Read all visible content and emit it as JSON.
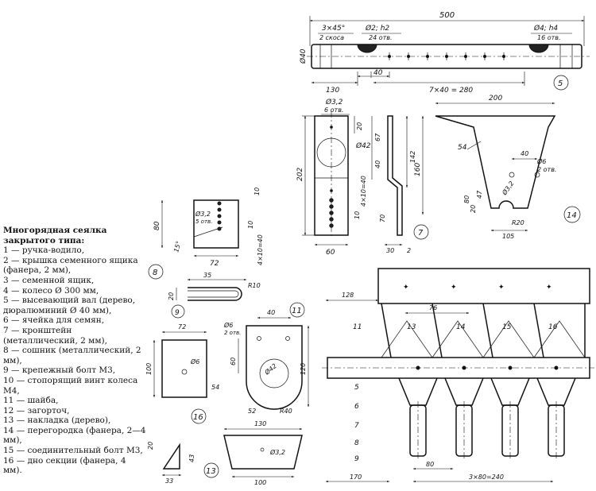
{
  "legend": {
    "title": "Многорядная сеялка закрытого типа:",
    "items": [
      "1 — ручка-водило,",
      "2 — крышка семенного ящика (фанера, 2 мм),",
      "3 — семенной ящик,",
      "4 — колесо Ø 300 мм,",
      "5 — высевающий вал (дерево, дюралюминий Ø 40 мм),",
      "6 — ячейка для семян,",
      "7 — кронштейн (металлический, 2 мм),",
      "8 — сошник (металлический, 2 мм),",
      "9 — крепежный болт М3,",
      "10 — стопорящий винт колеса М4,",
      "11 — шайба,",
      "12 — загорточ,",
      "13 — накладка (дерево),",
      "14 — перегородка (фанера, 2—4 мм),",
      "15 — соединительный болт М3,",
      "16 — дно секции (фанера, 4 мм)."
    ]
  },
  "shaft": {
    "dim_total": "500",
    "chamfer": "3×45°",
    "chamfer_note": "2 скоса",
    "hole_small": "Ø2; h2",
    "hole_small_count": "24 отв.",
    "hole_large": "Ø4; h4",
    "hole_large_count": "16 отв.",
    "diameter": "Ø40",
    "dim_left": "130",
    "dim_step": "40",
    "dim_series": "7×40 = 280",
    "part": "5"
  },
  "bracket": {
    "hole": "Ø3,2",
    "hole_count": "6 отв.",
    "circle": "Ø42",
    "dim_height": "202",
    "dim_20": "20",
    "dim_67": "67",
    "dim_40": "40",
    "dim_142": "142",
    "dim_series": "4×10=40",
    "dim_10": "10",
    "dim_70": "70",
    "dim_60": "60",
    "dim_30": "30",
    "dim_2": "2",
    "part": "7"
  },
  "partition": {
    "dim_top": "200",
    "dim_height": "160",
    "radius": "54",
    "dim_40": "40",
    "hole": "Ø6",
    "hole_count": "2 отв.",
    "hole_small": "Ø3,2",
    "dim_47": "47",
    "dim_80": "80",
    "dim_20": "20",
    "arc": "R20",
    "dim_bottom": "105",
    "part": "14"
  },
  "coulter": {
    "hole": "Ø3,2",
    "hole_count": "5 отв.",
    "dim_80": "80",
    "dim_10a": "10",
    "dim_10b": "10",
    "angle": "15°",
    "dim_series": "4×10=40",
    "dim_72": "72",
    "part": "8"
  },
  "bolt": {
    "dim_35": "35",
    "dim_20": "20",
    "radius": "R10",
    "part": "9"
  },
  "washer": {
    "dim_40": "40",
    "hole": "Ø6",
    "hole_count": "2 отв.",
    "circle": "Ø42",
    "dim_60": "60",
    "dim_120": "120",
    "radius_in": "52",
    "radius_out": "R40",
    "part": "11"
  },
  "bottom": {
    "dim_72": "72",
    "dim_100": "100",
    "hole": "Ø6",
    "radius": "54",
    "part": "16"
  },
  "liner": {
    "dim_20": "20",
    "dim_43": "43",
    "dim_33": "33",
    "part": "13"
  },
  "lid": {
    "dim_130": "130",
    "hole": "Ø3,2",
    "dim_100": "100"
  },
  "assembly": {
    "dim_128": "128",
    "dim_76": "76",
    "labels": [
      "11",
      "13",
      "14",
      "15",
      "16"
    ],
    "callout_5": "5",
    "callout_6": "6",
    "callout_7": "7",
    "callout_8": "8",
    "callout_9": "9",
    "dim_80": "80",
    "dim_170": "170",
    "dim_series": "3×80=240"
  }
}
